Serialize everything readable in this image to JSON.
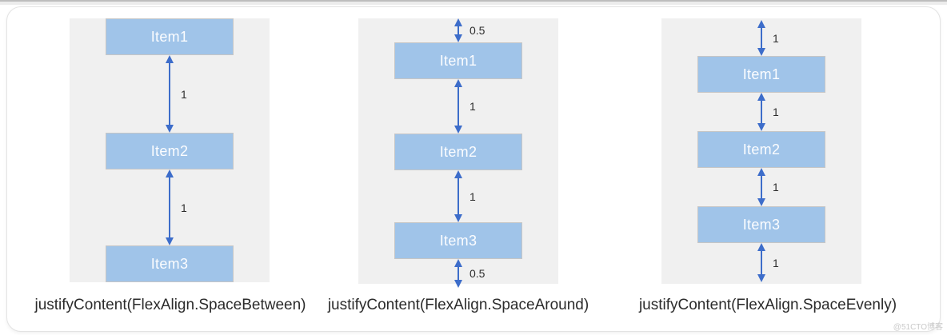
{
  "colors": {
    "item_fill": "#a0c4e9",
    "arrow_blue": "#3d6dca",
    "panel_bg": "#f0f0f0"
  },
  "panels": [
    {
      "caption": "justifyContent(FlexAlign.SpaceBetween)",
      "items": [
        "Item1",
        "Item2",
        "Item3"
      ],
      "gaps": [
        "1",
        "1"
      ]
    },
    {
      "caption": "justifyContent(FlexAlign.SpaceAround)",
      "items": [
        "Item1",
        "Item2",
        "Item3"
      ],
      "gaps": [
        "0.5",
        "1",
        "1",
        "0.5"
      ]
    },
    {
      "caption": "justifyContent(FlexAlign.SpaceEvenly)",
      "items": [
        "Item1",
        "Item2",
        "Item3"
      ],
      "gaps": [
        "1",
        "1",
        "1",
        "1"
      ]
    }
  ],
  "page": {
    "watermark": "@51CTO博客"
  }
}
